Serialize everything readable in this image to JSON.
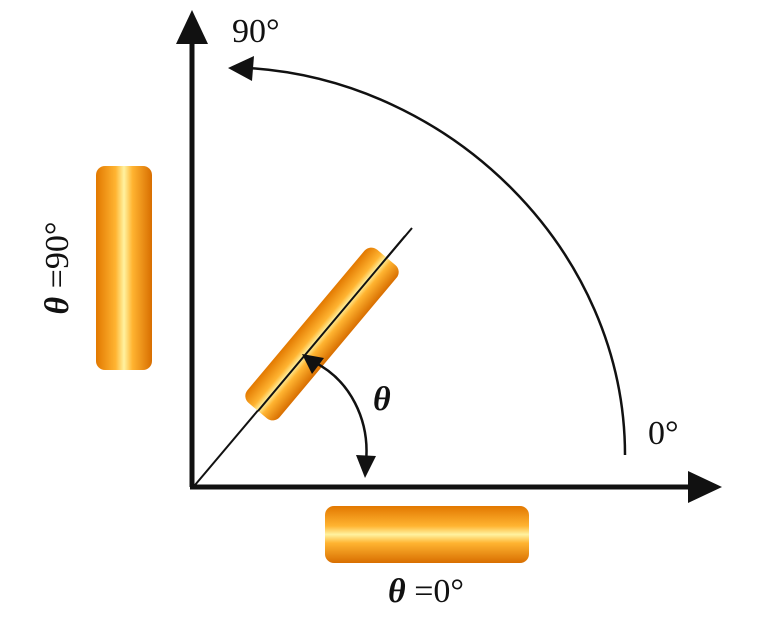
{
  "labels": {
    "angle_90": "90°",
    "angle_0": "0°",
    "theta": "θ",
    "vertical_rod_symbol": "θ",
    "vertical_rod_value": " =90°",
    "horizontal_rod_symbol": "θ",
    "horizontal_rod_value": " =0°"
  },
  "colors": {
    "rod_dark": "#e07a00",
    "rod_mid": "#f7a11a",
    "rod_light": "#fff2a0",
    "line": "#111111"
  }
}
